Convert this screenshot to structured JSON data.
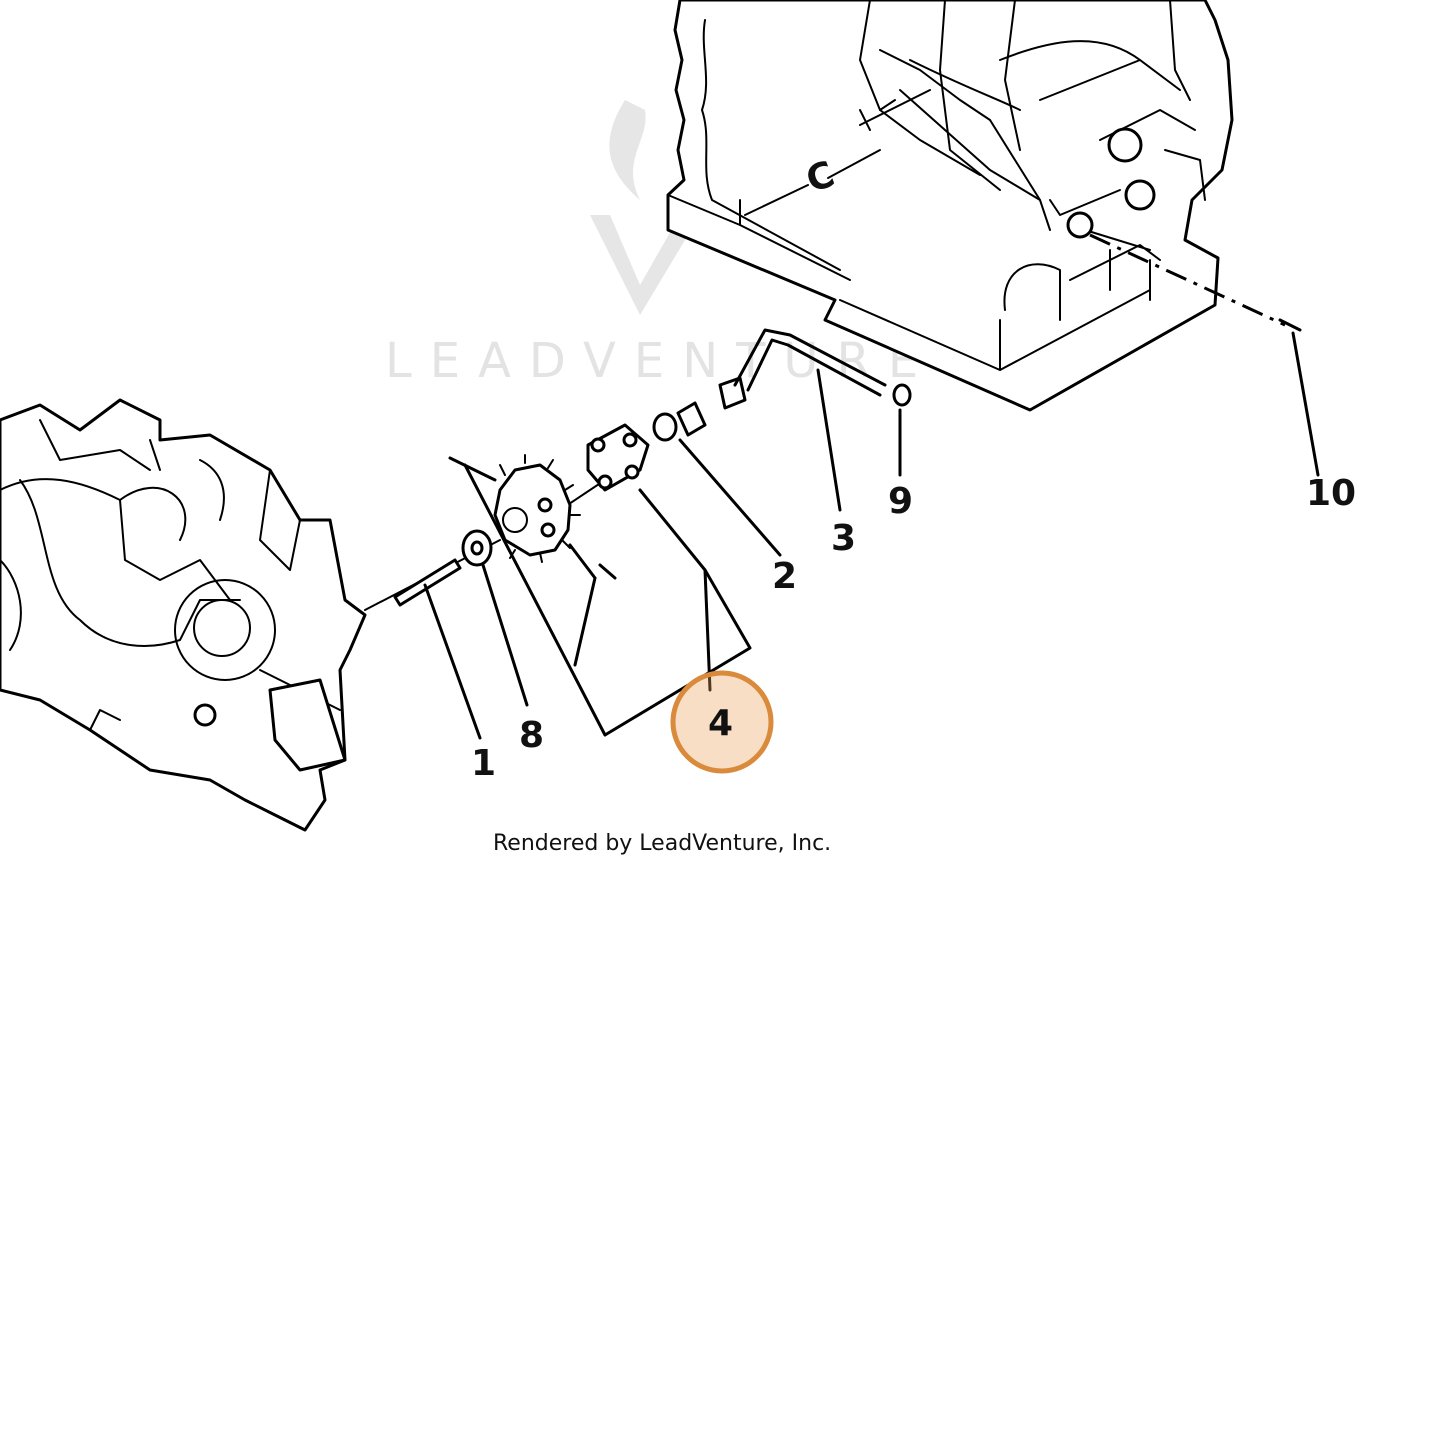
{
  "watermark": {
    "text": "LEADVENTURE"
  },
  "credit": {
    "text": "Rendered by LeadVenture, Inc."
  },
  "callouts": [
    {
      "id": "1",
      "label": "1"
    },
    {
      "id": "2",
      "label": "2"
    },
    {
      "id": "3",
      "label": "3"
    },
    {
      "id": "4",
      "label": "4",
      "highlighted": true
    },
    {
      "id": "8",
      "label": "8"
    },
    {
      "id": "9",
      "label": "9"
    },
    {
      "id": "10",
      "label": "10"
    }
  ],
  "housing_mark": "C",
  "colors": {
    "highlight_fill": "#e8a058",
    "highlight_stroke": "#d98a3a",
    "line": "#000000",
    "watermark": "#e3e3e3"
  }
}
